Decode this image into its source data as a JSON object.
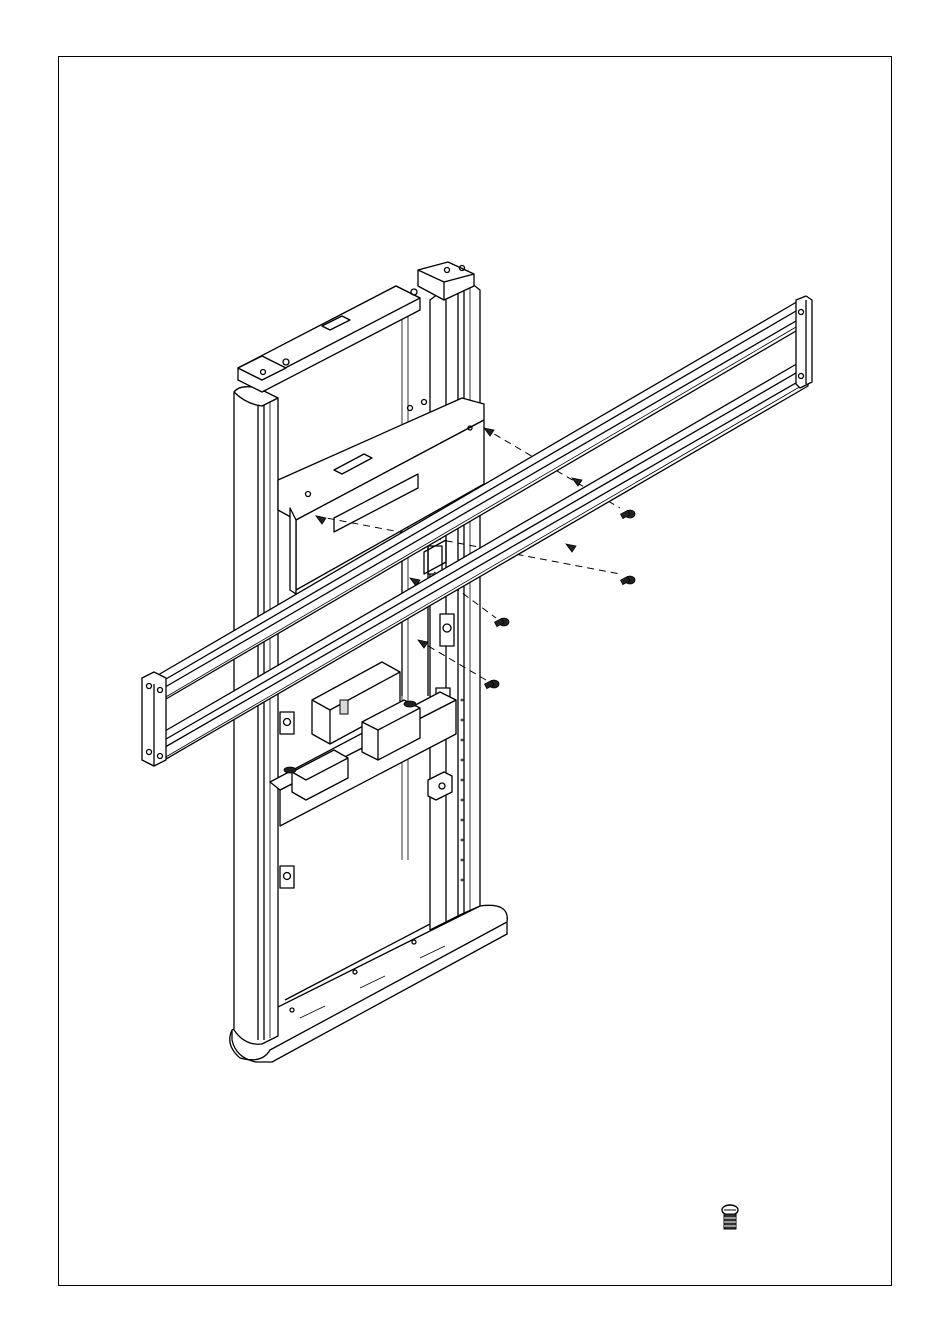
{
  "figure": {
    "kind": "assembly-instruction-drawing",
    "components": [
      "floor-stand-column",
      "base-plate",
      "mounting-bracket-plate",
      "horizontal-rail-pair",
      "equipment-shelf",
      "screws"
    ],
    "screw_count_in_assembly": 4,
    "legend_icon": "screw-icon"
  },
  "colors": {
    "line": "#000000",
    "background": "#ffffff",
    "shade": "#d9d9d9"
  }
}
